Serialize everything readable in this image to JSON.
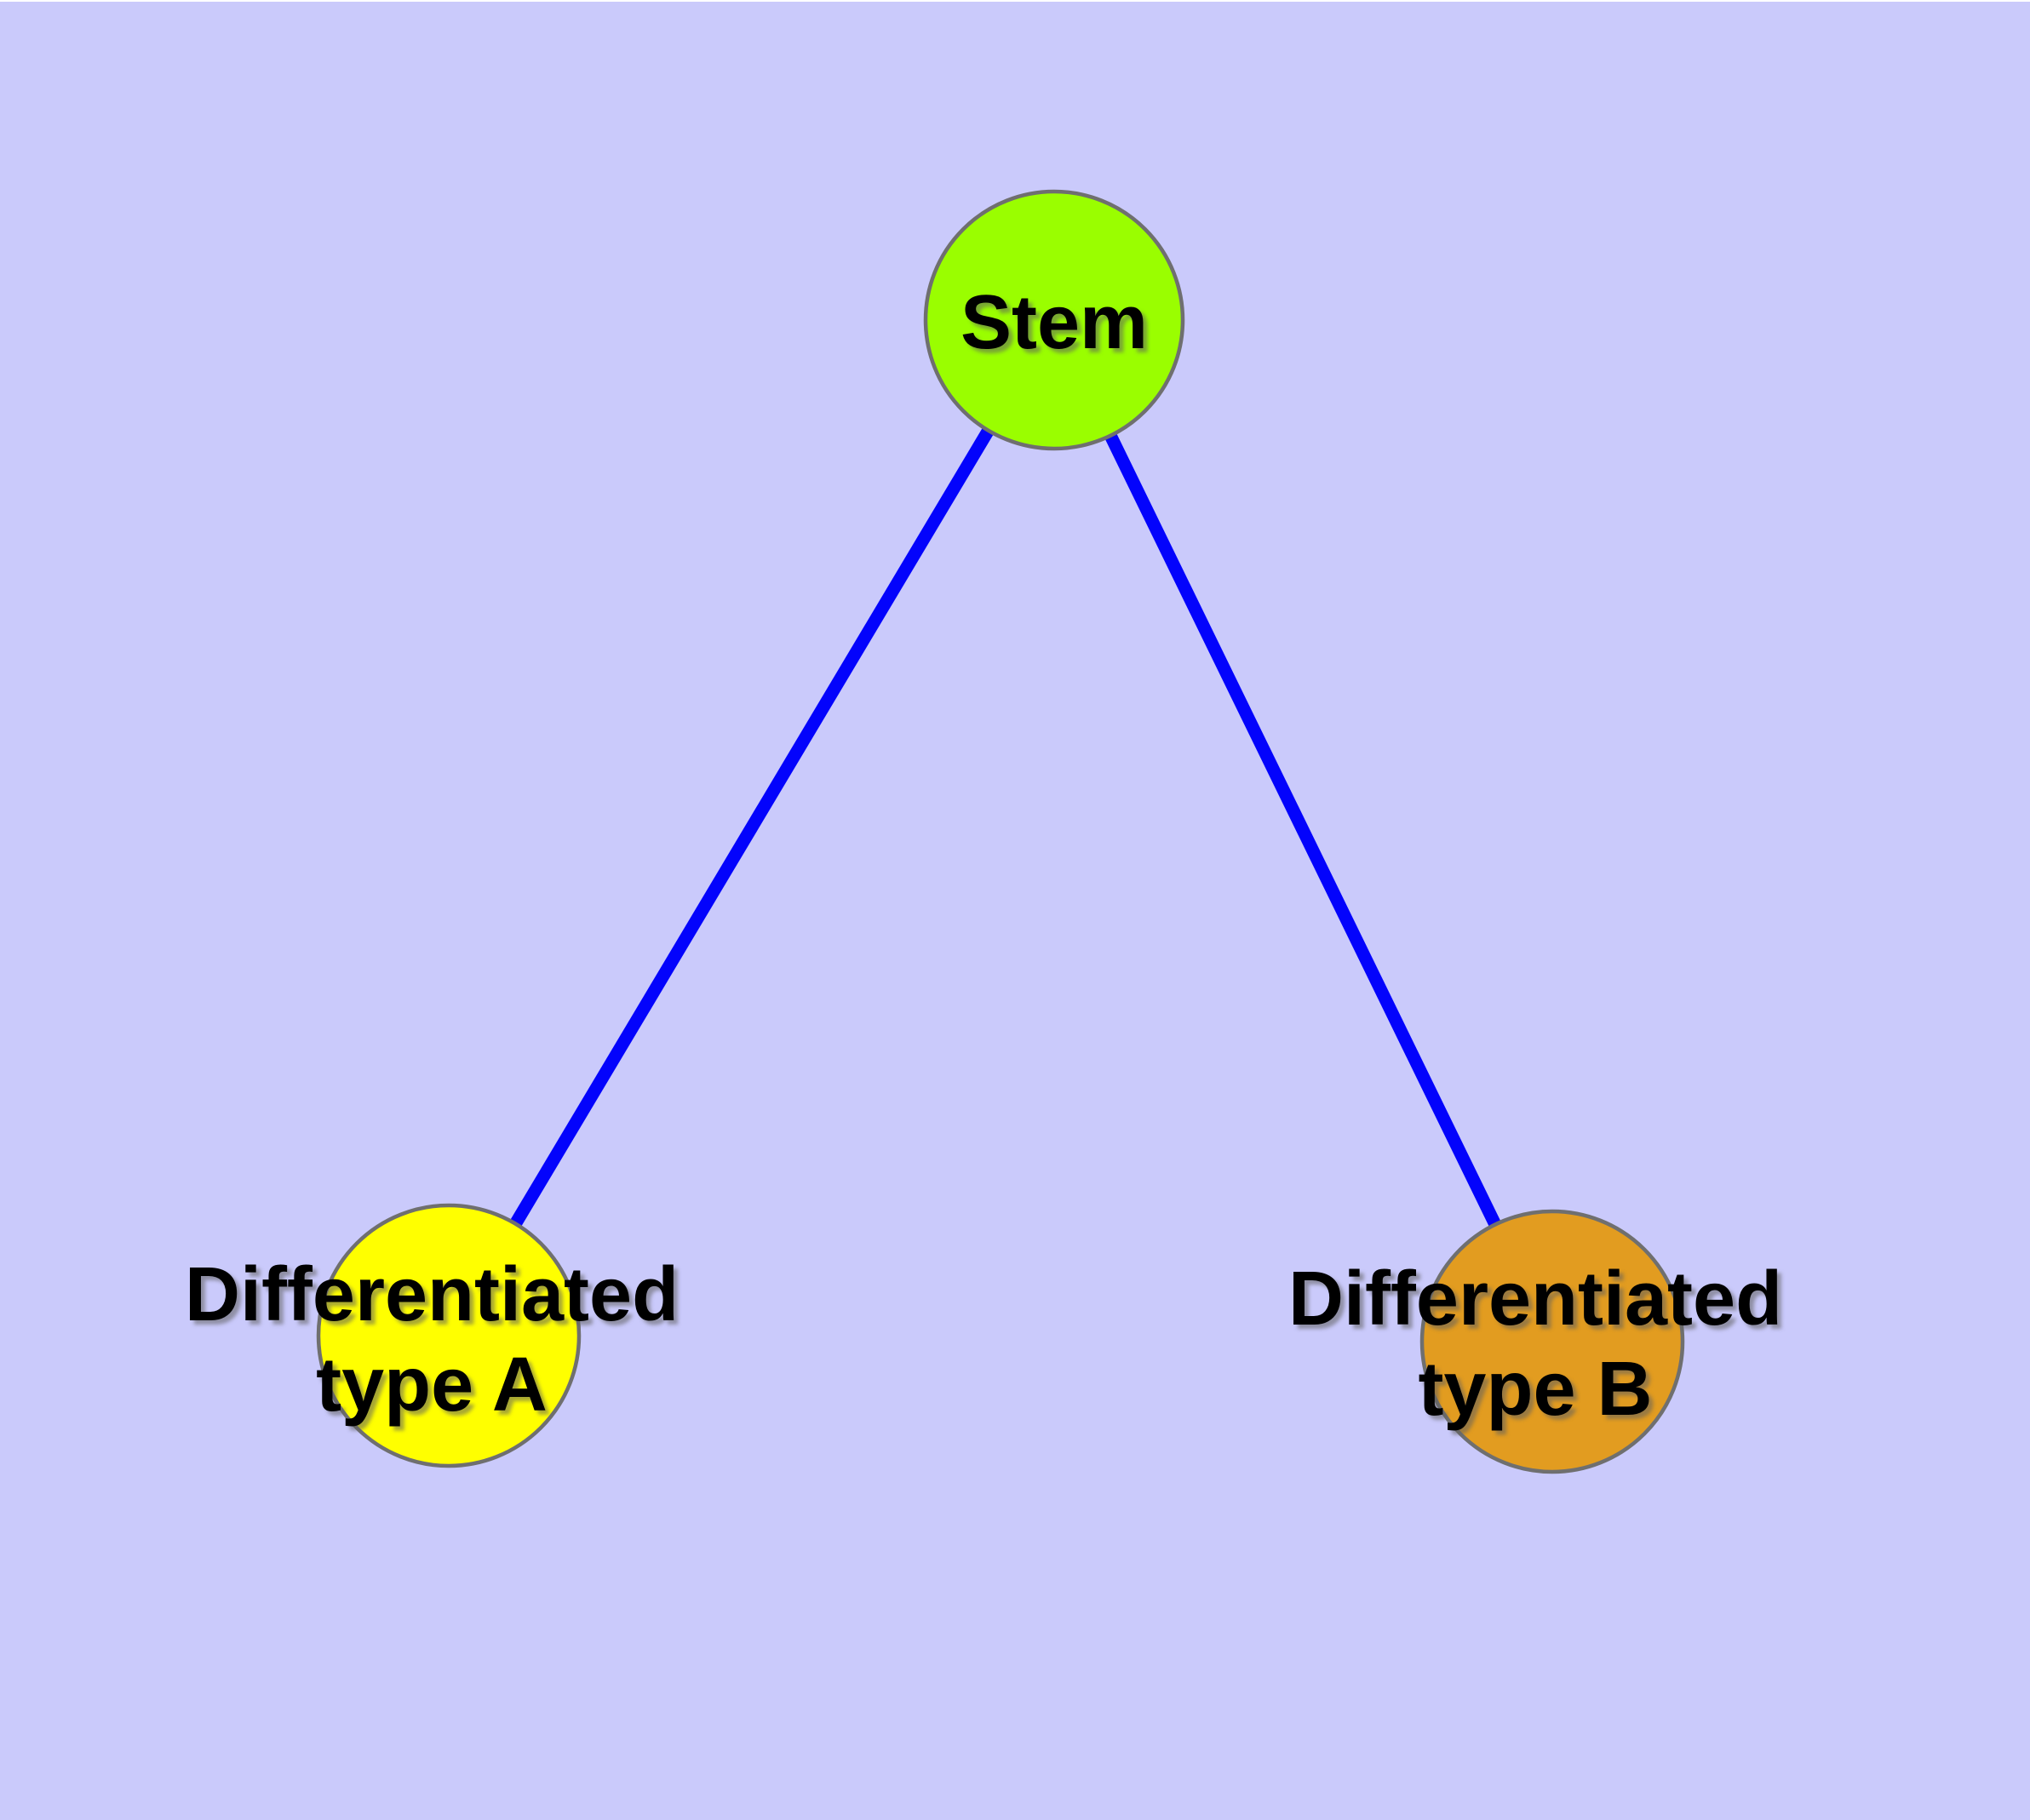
{
  "diagram": {
    "background_color": "#CACAFB",
    "edge_style": {
      "color": "#0303FC"
    },
    "node_style": {
      "border_color": "#6F6F6F",
      "label_color": "#000000"
    },
    "nodes": [
      {
        "id": "stem",
        "label": "Stem",
        "label_lines": [
          "Stem"
        ],
        "color": "#9AFE00"
      },
      {
        "id": "differentiated-type-a",
        "label": "Differentiated type A",
        "label_lines": [
          "Differentiated",
          "type A"
        ],
        "color": "#FFFF00"
      },
      {
        "id": "differentiated-type-b",
        "label": "Differentiated type B",
        "label_lines": [
          "Differentiated",
          "type B"
        ],
        "color": "#E29C20"
      }
    ],
    "edges": [
      {
        "from": "stem",
        "to": "differentiated-type-a"
      },
      {
        "from": "stem",
        "to": "differentiated-type-b"
      }
    ]
  }
}
